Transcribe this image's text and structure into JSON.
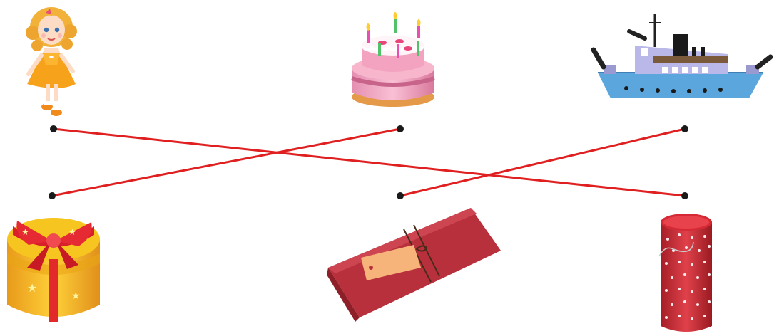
{
  "colors": {
    "line": "#e02020",
    "dot": "#1a1a1a"
  },
  "top_items": [
    {
      "name": "doll",
      "icon": "doll-icon"
    },
    {
      "name": "cake",
      "icon": "birthday-cake-icon"
    },
    {
      "name": "ship",
      "icon": "ship-icon"
    }
  ],
  "bottom_items": [
    {
      "name": "round-gift-box",
      "icon": "round-gift-box-icon"
    },
    {
      "name": "rectangular-box",
      "icon": "rectangular-box-icon"
    },
    {
      "name": "tall-cylinder-box",
      "icon": "cylinder-box-icon"
    }
  ],
  "matches": [
    {
      "from": "doll",
      "to": "tall-cylinder-box"
    },
    {
      "from": "cake",
      "to": "round-gift-box"
    },
    {
      "from": "ship",
      "to": "rectangular-box"
    }
  ]
}
